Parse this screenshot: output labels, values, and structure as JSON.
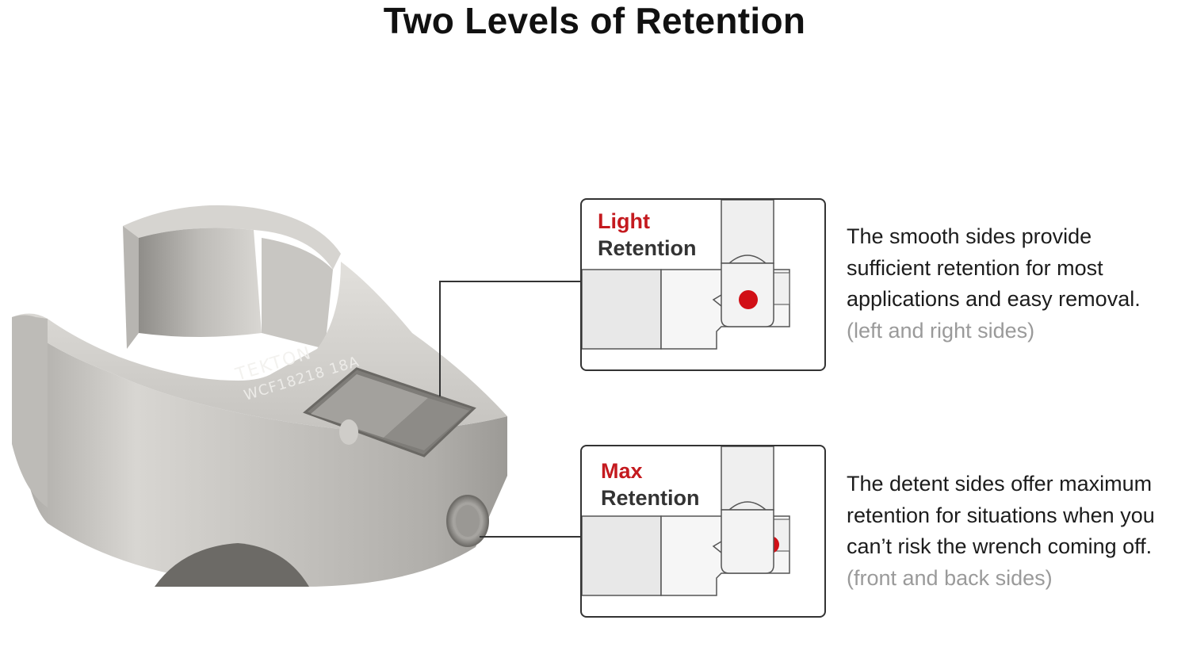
{
  "title": "Two Levels of Retention",
  "colors": {
    "accent_red": "#c41a1f",
    "label_dark": "#333333",
    "muted_gray": "#9a9a9a",
    "panel_border": "#333333",
    "steel": "#c9c7c3"
  },
  "product": {
    "engraving_line1": "TEKTON",
    "engraving_line2": "WCF18218 18A"
  },
  "callouts": [
    {
      "label_accent": "Light",
      "label_main": "Retention",
      "description_lines": [
        "The smooth sides provide",
        "sufficient retention for most",
        "applications and easy removal."
      ],
      "sides_note": "(left and right sides)"
    },
    {
      "label_accent": "Max",
      "label_main": "Retention",
      "description_lines": [
        "The detent sides offer maximum",
        "retention for situations when you",
        "can’t risk the wrench coming off."
      ],
      "sides_note": "(front and back sides)"
    }
  ]
}
